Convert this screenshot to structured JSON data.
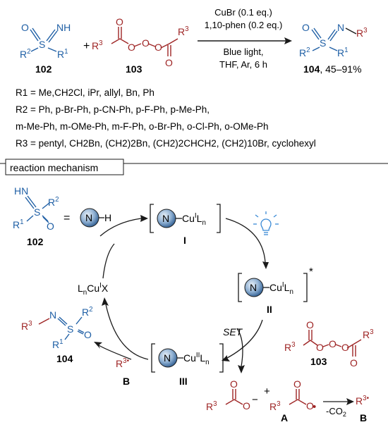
{
  "colors": {
    "blue": "#1f5fa5",
    "red": "#9e2424",
    "black": "#1a1a1a",
    "ball_light": "#dbe7f3",
    "ball_dark": "#2b5a8f",
    "lamp": "#3a8ad6"
  },
  "scheme": {
    "conditions_top": [
      "CuBr (0.1 eq.)",
      "1,10-phen (0.2 eq.)"
    ],
    "conditions_bottom": [
      "Blue light,",
      "THF, Ar, 6 h"
    ],
    "compound_102": "102",
    "compound_103": "103",
    "compound_104": "104",
    "yield": ", 45–91%",
    "plus": "+",
    "atoms": {
      "S": "S",
      "O": "O",
      "N": "N",
      "NH": "NH",
      "HN": "HN",
      "H": "H"
    },
    "r_groups": {
      "R1": "R",
      "R2": "R",
      "R3": "R",
      "sup1": "1",
      "sup2": "2",
      "sup3": "3"
    }
  },
  "substituents": {
    "R1": "R1 = Me,CH2Cl, iPr, allyl, Bn, Ph",
    "R2_line1": "R2 = Ph, p-Br-Ph, p-CN-Ph, p-F-Ph, p-Me-Ph,",
    "R2_line2": "m-Me-Ph, m-OMe-Ph, m-F-Ph, o-Br-Ph, o-Cl-Ph, o-OMe-Ph",
    "R3": "R3 = pentyl, CH2Bn, (CH2)2Bn, (CH2)2CHCH2, (CH2)10Br, cyclohexyl"
  },
  "mechanism": {
    "title": "reaction mechanism",
    "equals": "=",
    "ball_label": "N",
    "complex_I": "I",
    "complex_II": "II",
    "complex_III": "III",
    "cu_I": "Cu",
    "cu_I_ox": "I",
    "cu_II_ox": "II",
    "ligand": "L",
    "ligand_sub": "n",
    "star": "*",
    "lncux_L": "L",
    "lncux_n": "n",
    "lncux_Cu": "Cu",
    "lncux_I": "I",
    "lncux_X": "X",
    "set": "SET",
    "radical_B": "B",
    "radical_A": "A",
    "minus": "−",
    "co2": "-CO",
    "co2_sub": "2",
    "dot": "•"
  }
}
